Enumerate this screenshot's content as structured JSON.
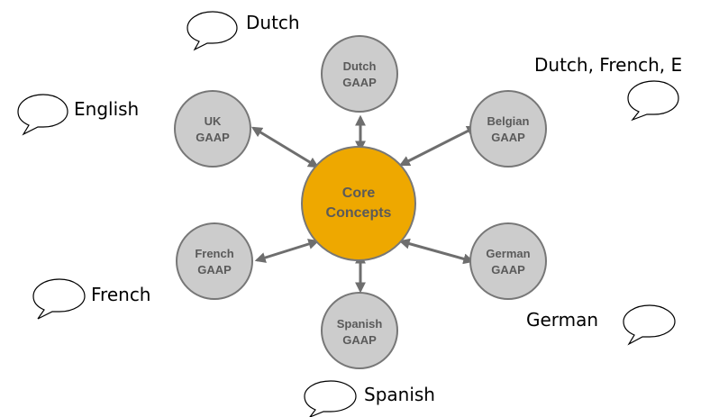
{
  "colors": {
    "core_fill": "#eea800",
    "node_fill": "#cccccc",
    "outline": "#777777",
    "connector": "#6e6e6e",
    "node_text": "#5a5a5a",
    "bubble_text": "#000000"
  },
  "core": {
    "line1": "Core",
    "line2": "Concepts"
  },
  "nodes": [
    {
      "id": "dutch",
      "line1": "Dutch",
      "line2": "GAAP"
    },
    {
      "id": "uk",
      "line1": "UK",
      "line2": "GAAP"
    },
    {
      "id": "belgian",
      "line1": "Belgian",
      "line2": "GAAP"
    },
    {
      "id": "french",
      "line1": "French",
      "line2": "GAAP"
    },
    {
      "id": "german",
      "line1": "German",
      "line2": "GAAP"
    },
    {
      "id": "spanish",
      "line1": "Spanish",
      "line2": "GAAP"
    }
  ],
  "languages": {
    "dutch": "Dutch",
    "english": "English",
    "belgian": "Dutch, French, E",
    "french": "French",
    "german": "German",
    "spanish": "Spanish"
  },
  "icons": {
    "speech_bubble": "speech-bubble-icon"
  }
}
